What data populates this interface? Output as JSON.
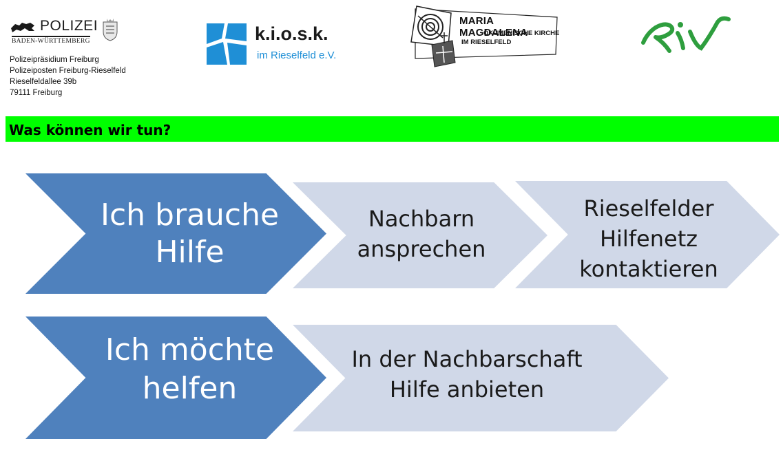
{
  "logos": {
    "police": {
      "name": "POLIZEI",
      "region": "BADEN-WÜRTTEMBERG"
    },
    "kiosk": {
      "name": "k.i.o.s.k.",
      "subtitle": "im Rieselfeld e.V."
    },
    "church": {
      "title": "MARIA MAGDALENA",
      "line1": "ÖKUMENISCHE KIRCHE",
      "line2": "IM RIESELFELD"
    },
    "riv": {
      "name": "RIV"
    }
  },
  "address": {
    "line1": "Polizeipräsidium Freiburg",
    "line2": "Polizeiposten Freiburg-Rieselfeld",
    "line3": "Rieselfeldallee 39b",
    "line4": "79111 Freiburg"
  },
  "heading": "Was können wir tun?",
  "colors": {
    "heading_bg": "#00ff00",
    "chevron_dark": "#4f81bd",
    "chevron_light": "#d0d8e8",
    "kiosk_blue": "#1f8fd6",
    "riv_green": "#2e9e3e"
  },
  "flow": {
    "row1": {
      "start_line1": "Ich brauche",
      "start_line2": "Hilfe",
      "step1_line1": "Nachbarn",
      "step1_line2": "ansprechen",
      "step2_line1": "Rieselfelder",
      "step2_line2": "Hilfenetz",
      "step2_line3": "kontaktieren"
    },
    "row2": {
      "start_line1": "Ich möchte",
      "start_line2": "helfen",
      "step1_line1": "In der Nachbarschaft",
      "step1_line2": "Hilfe anbieten"
    }
  }
}
